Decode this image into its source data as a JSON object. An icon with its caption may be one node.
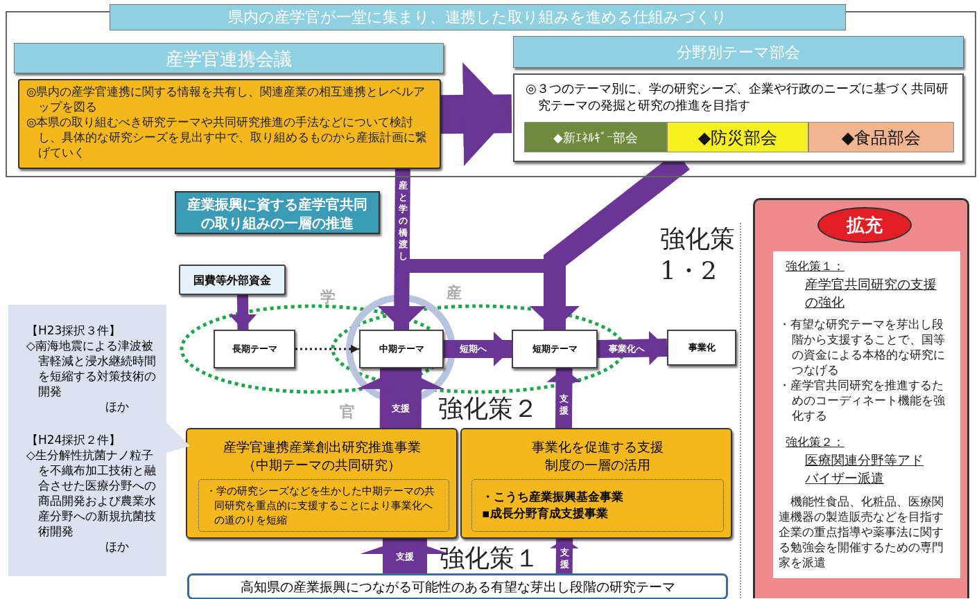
{
  "diagram": {
    "nodes": [
      {
        "text": [
          "県内の産学官が一堂に集まり、連携した取り組みを進める仕組みづくり"
        ]
      },
      {
        "text": [
          "産学官連携会議"
        ],
        "in": 0
      },
      {
        "text": [
          "◎県内の産学官連携に関する情報を共有し、関連産業の相互連携とレベルアップを図る",
          "◎本県の取り組むべき研究テーマや共同研究推進の手法などについて検討し、具体的な研究シーズを見出す中で、取り組めるものから産振計画に繋げていく"
        ],
        "in": 0
      },
      {
        "text": [
          "分野別テーマ部会"
        ],
        "in": 0
      },
      {
        "text": [
          "◎３つのテーマ別に、学の研究シーズ、企業や行政のニーズに基づく共同研究テーマの発掘と研究の推進を目指す"
        ],
        "in": 0
      },
      {
        "text": [
          "◆新ｴﾈﾙｷﾞｰ部会"
        ],
        "in": 4
      },
      {
        "text": [
          "◆防災部会"
        ],
        "in": 4
      },
      {
        "text": [
          "◆食品部会"
        ],
        "in": 4
      },
      {
        "text": [
          "産業振興に資する産学官共同の取り組みの一層の推進"
        ]
      },
      {
        "text": [
          "国費等外部資金"
        ]
      },
      {
        "text": [
          "長期テーマ"
        ]
      },
      {
        "text": [
          "中期テーマ"
        ]
      },
      {
        "text": [
          "短期テーマ"
        ]
      },
      {
        "text": [
          "事業化"
        ]
      },
      {
        "text": [
          "産学官連携産業創出研究推進事業（中期テーマの共同研究）"
        ]
      },
      {
        "text": [
          "・学の研究シーズなどを生かした中期テーマの共同研究を重点的に支援することにより事業化への道のりを短縮"
        ],
        "in": 14
      },
      {
        "text": [
          "事業化を促進する支援制度の一層の活用"
        ]
      },
      {
        "text": [
          "・こうち産業振興基金事業",
          "▪成長分野育成支援事業"
        ],
        "in": 16
      },
      {
        "text": [
          "高知県の産業振興につながる可能性のある有望な芽出し段階の研究テーマ"
        ]
      },
      {
        "text": [
          "【H23採択３件】",
          "◇南海地震による津波被害軽減と浸水継続時間を短縮する対策技術の開発",
          "ほか",
          "【H24採択２件】",
          "◇生分解性抗菌ナノ粒子を不織布加工技術と融合させた医療分野への商品開発および農業水産分野への新規抗菌技術開発",
          "ほか"
        ]
      },
      {
        "text": [],
        "shape": "box"
      },
      {
        "text": [
          "拡充"
        ],
        "in": 20
      },
      {
        "text": [
          "強化策１：",
          "産学官共同研究の支援の強化",
          "・有望な研究テーマを芽出し段階から支援することで、国等の資金による本格的な研究につなげる",
          "・産学官共同研究を推進するためのコーディネート機能を強化する",
          "強化策２：",
          "医療関連分野等アドバイザー派遣",
          "機能性食品、化粧品、医療関連機器の製造販売などを目指す企業の重点指導や薬事法に関する勉強会を開催するための専門家を派遣"
        ],
        "in": 20
      }
    ],
    "edges": [
      {
        "from": 2,
        "to": 4,
        "arrow": "to",
        "style": "thick"
      },
      {
        "from": 2,
        "to": 11,
        "arrow": "to",
        "label": "産と学の橋渡し"
      },
      {
        "from": 2,
        "to": 12,
        "arrow": "to"
      },
      {
        "from": 4,
        "to": 12,
        "arrow": "to"
      },
      {
        "from": 9,
        "to": 10,
        "arrow": "to"
      },
      {
        "from": 10,
        "to": 11,
        "arrow": "to",
        "style": "dashed",
        "color": "#222222"
      },
      {
        "from": 11,
        "to": 12,
        "arrow": "to",
        "label": "短期へ"
      },
      {
        "from": 12,
        "to": 13,
        "arrow": "to",
        "label": "事業化へ"
      },
      {
        "from": 14,
        "to": 11,
        "arrow": "to",
        "label": "支援",
        "style": "thick"
      },
      {
        "from": 16,
        "to": 12,
        "arrow": "to",
        "label": "支援"
      },
      {
        "from": 18,
        "to": 14,
        "arrow": "to",
        "label": "支援",
        "style": "thick"
      },
      {
        "from": 18,
        "to": 16,
        "arrow": "to",
        "label": "支援"
      }
    ],
    "labels": [
      "強化策1・2",
      "学",
      "産",
      "官",
      "強化策２",
      "強化策１"
    ]
  }
}
